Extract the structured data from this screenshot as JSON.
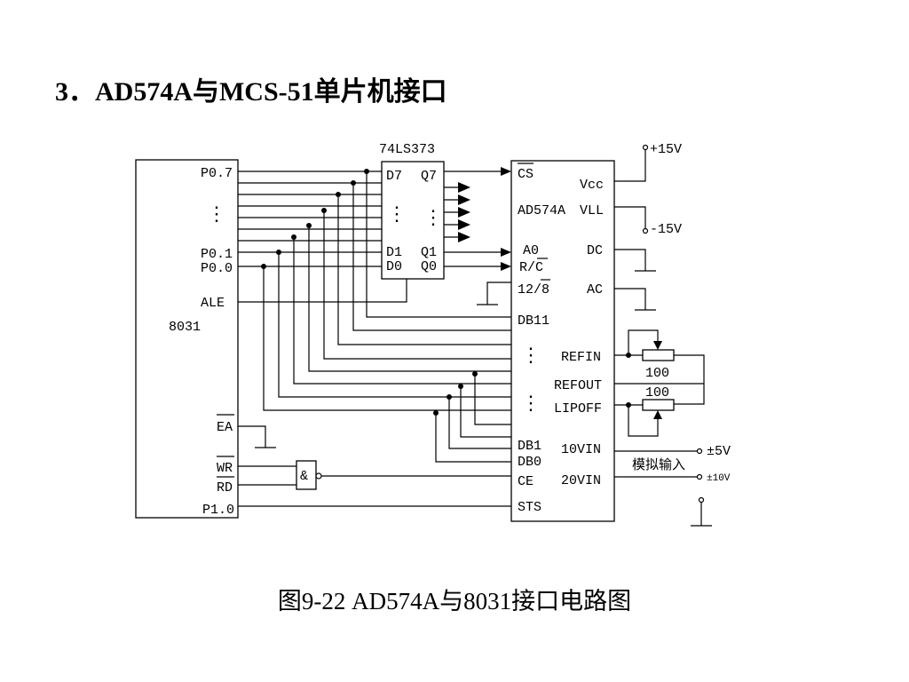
{
  "title": "3．AD574A与MCS-51单片机接口",
  "caption": "图9-22  AD574A与8031接口电路图",
  "mcu": {
    "name": "8031",
    "p07": "P0.7",
    "dots": "⋮",
    "p01": "P0.1",
    "p00": "P0.0",
    "ale": "ALE",
    "ea": "EA",
    "wr": "WR",
    "rd": "RD",
    "p10": "P1.0"
  },
  "latch": {
    "name": "74LS373",
    "d7": "D7",
    "q7": "Q7",
    "d1": "D1",
    "q1": "Q1",
    "d0": "D0",
    "q0": "Q0",
    "dots": "⋮"
  },
  "adc": {
    "name": "AD574A",
    "cs": "CS",
    "a0": "A0",
    "rc": "R/C",
    "mode": "12/8",
    "db11": "DB11",
    "dots": "⋮",
    "db1": "DB1",
    "db0": "DB0",
    "ce": "CE",
    "sts": "STS",
    "vcc": "Vcc",
    "vll": "VLL",
    "dc": "DC",
    "ac": "AC",
    "refin": "REFIN",
    "refout": "REFOUT",
    "lipoff": "LIPOFF",
    "vin10": "10VIN",
    "vin20": "20VIN"
  },
  "supply": {
    "pos15": "+15V",
    "neg15": "-15V",
    "pm5": "±5V",
    "pm10": "±10V",
    "analog_in": "模拟输入"
  },
  "resistors": {
    "r1": "100",
    "r2": "100"
  },
  "gate": {
    "and": "&"
  }
}
